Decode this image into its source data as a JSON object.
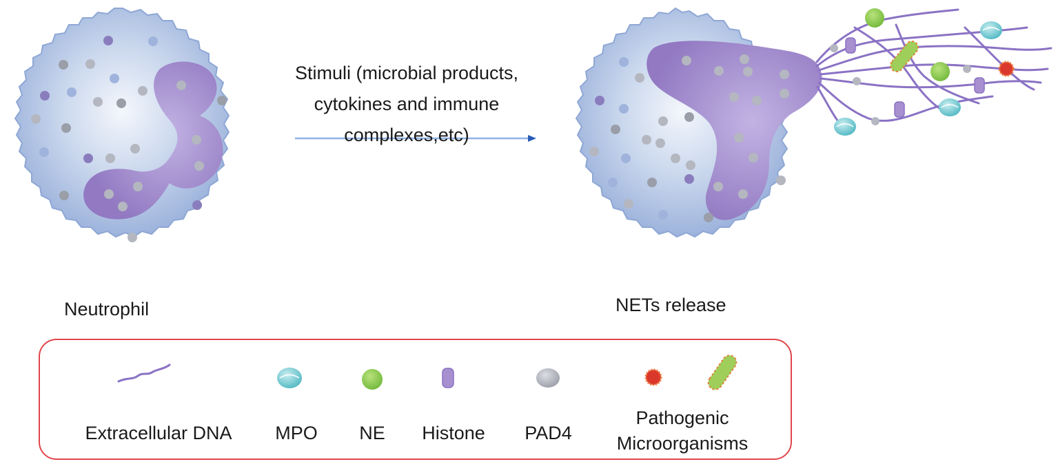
{
  "stimuli": {
    "line1": "Stimuli (microbial products,",
    "line2": "cytokines and immune",
    "line3": "complexes,etc)"
  },
  "labels": {
    "neutrophil": "Neutrophil",
    "nets_release": "NETs release"
  },
  "legend": {
    "extracellular_dna": "Extracellular DNA",
    "mpo": "MPO",
    "ne": "NE",
    "histone": "Histone",
    "pad4": "PAD4",
    "pathogenic_line1": "Pathogenic",
    "pathogenic_line2": "Microorganisms"
  },
  "colors": {
    "cell_body": "#b8c9e6",
    "cell_edge": "#8ea7d4",
    "nucleus": "#9780c4",
    "dna_strand": "#8a72c4",
    "mpo": "#6cc6cf",
    "ne": "#8cc84b",
    "histone": "#a88fd0",
    "pad4": "#a6a9b3",
    "pathogen_red": "#d9382b",
    "bacterium": "#9fce5a",
    "legend_border": "#e0454b",
    "arrow": "#3a6fc6"
  }
}
